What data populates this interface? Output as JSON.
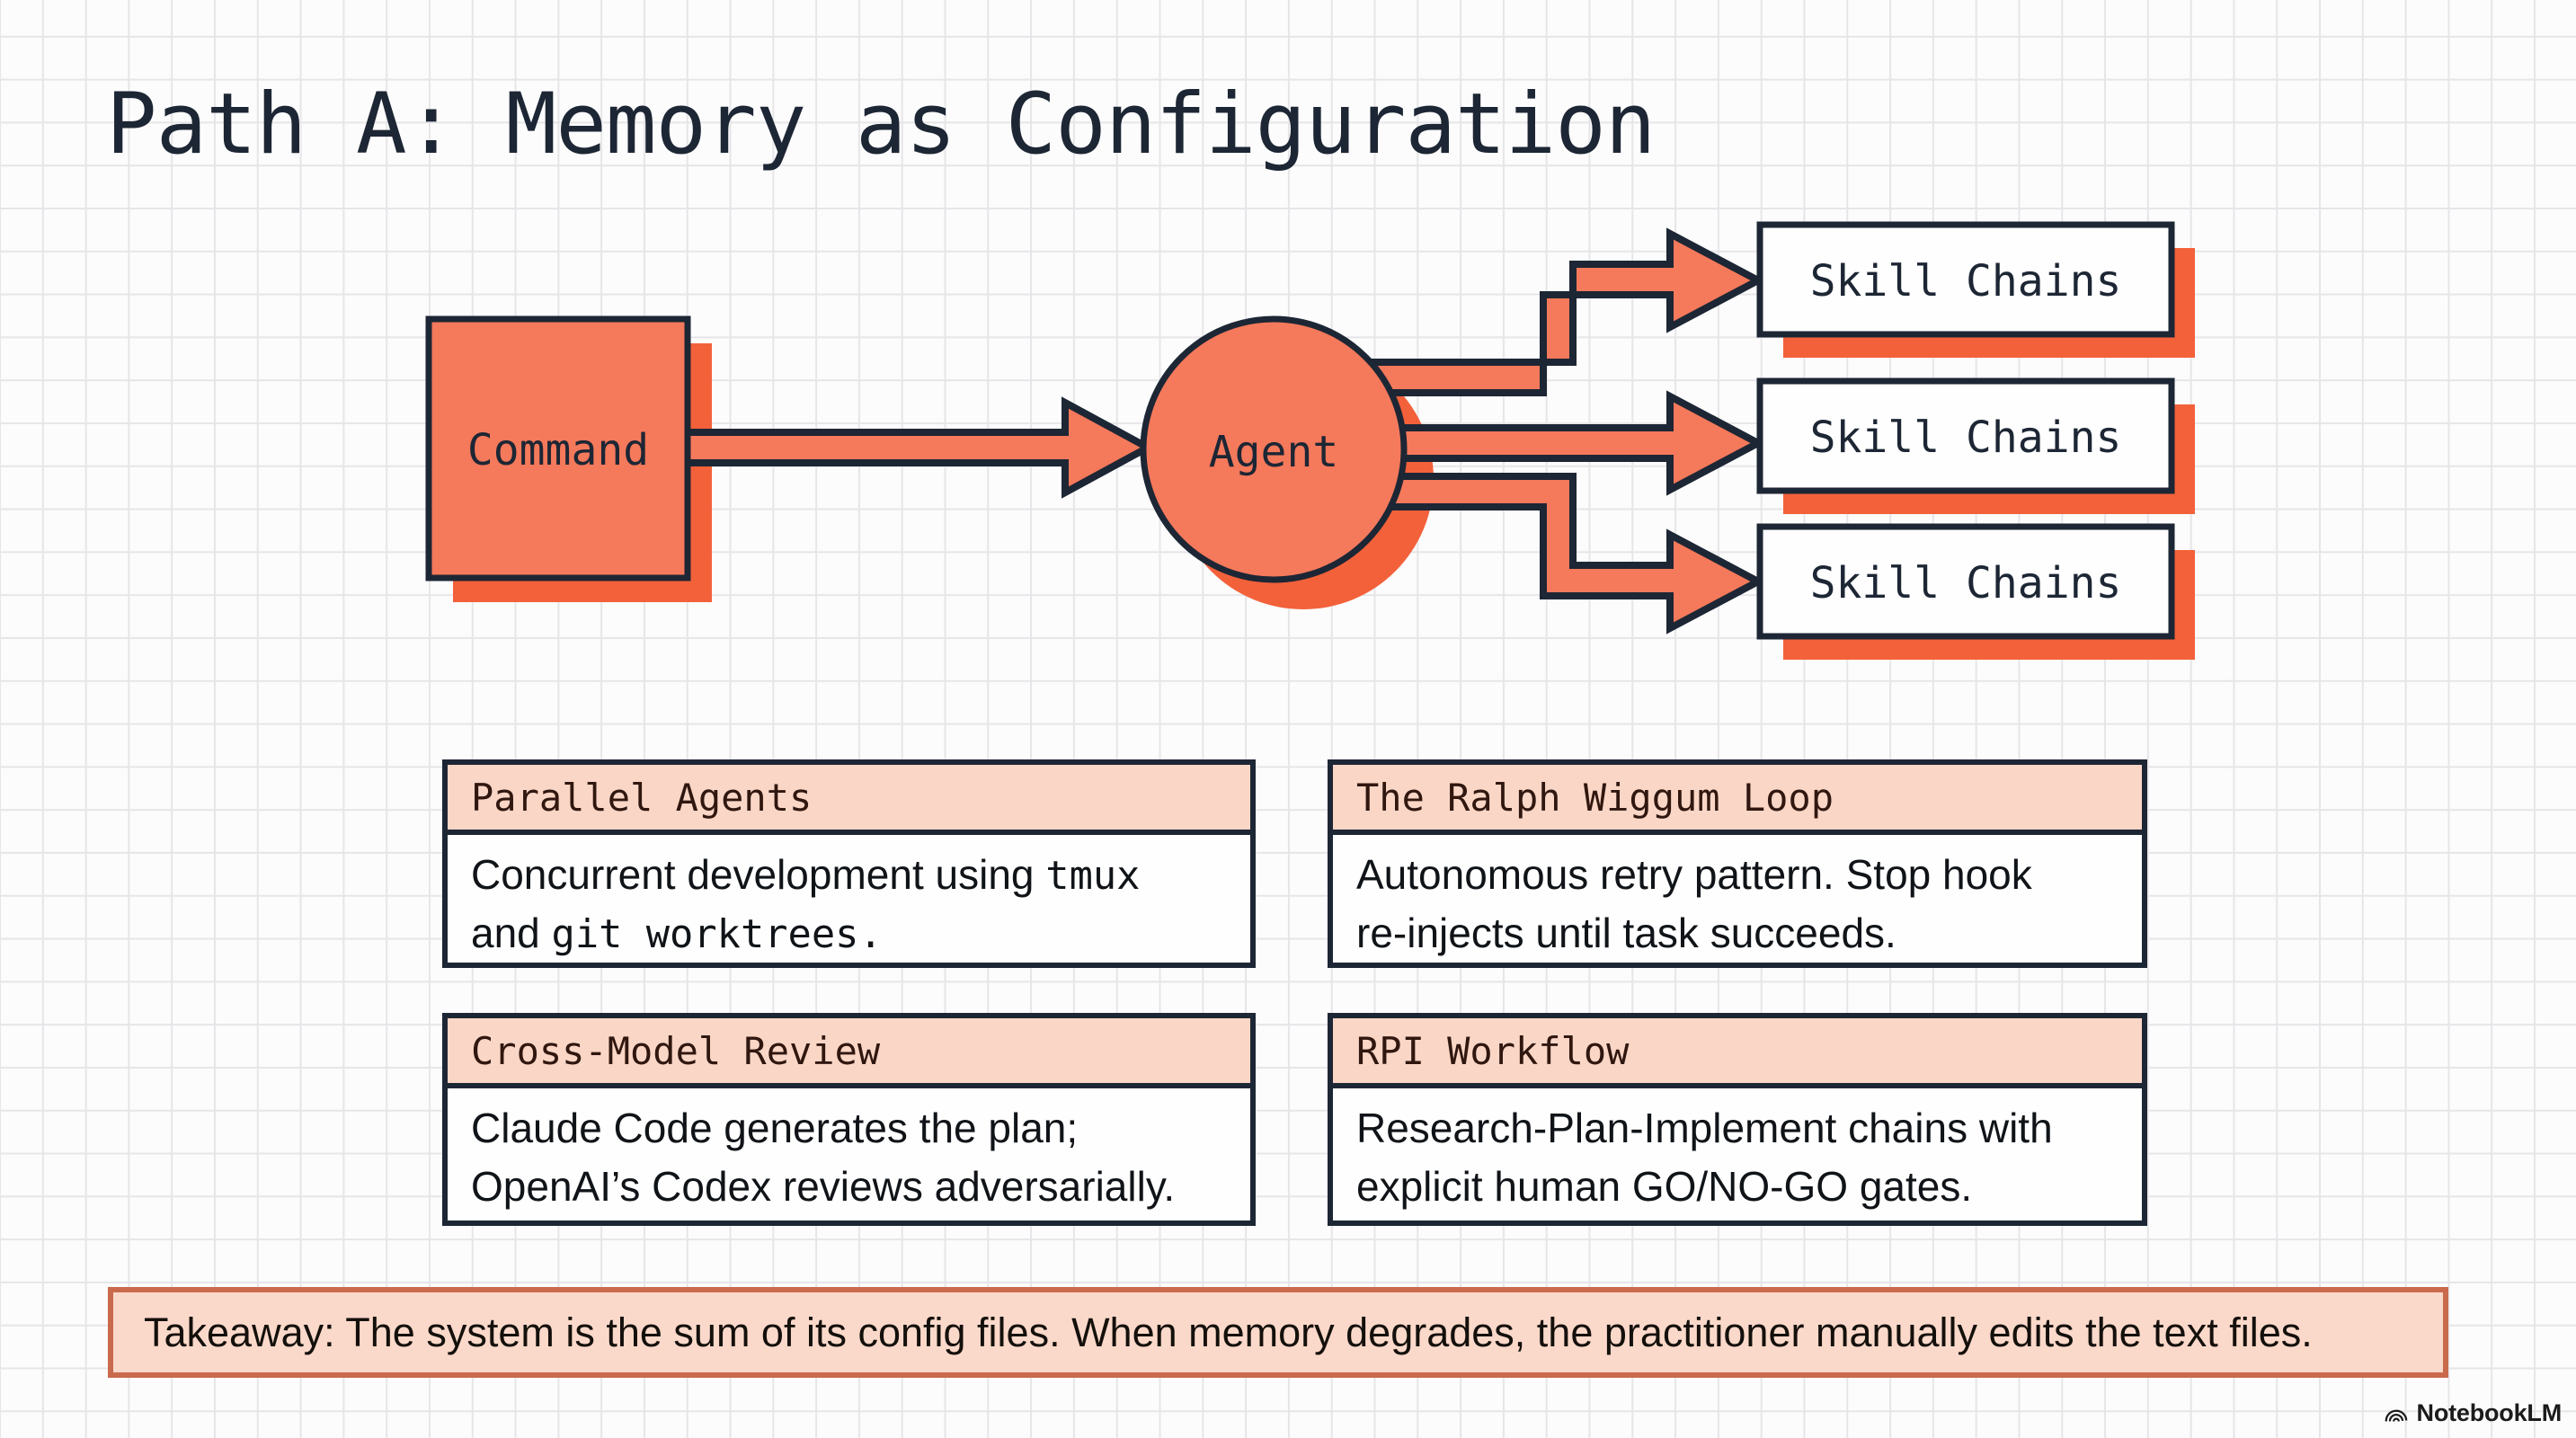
{
  "title": "Path A: Memory as Configuration",
  "colors": {
    "accent_orange": "#F5795B",
    "shadow_orange": "#F3613A",
    "outline_navy": "#1D2634",
    "card_header_peach": "#FAD6C6",
    "banner_fill": "#FBD9CA",
    "banner_border": "#C96A4C",
    "background": "#FCFCFC",
    "grid_line": "#E6E6E9"
  },
  "flowchart": {
    "command_label": "Command",
    "agent_label": "Agent",
    "skill_chain_labels": [
      "Skill Chains",
      "Skill Chains",
      "Skill Chains"
    ]
  },
  "cards": [
    {
      "header": "Parallel Agents",
      "lines": [
        [
          {
            "t": "Concurrent development using ",
            "f": "sans"
          },
          {
            "t": "tmux",
            "f": "mono"
          }
        ],
        [
          {
            "t": "and ",
            "f": "sans"
          },
          {
            "t": "git worktrees.",
            "f": "mono"
          }
        ]
      ]
    },
    {
      "header": "The Ralph Wiggum Loop",
      "lines": [
        [
          {
            "t": "Autonomous retry pattern. Stop hook",
            "f": "sans"
          }
        ],
        [
          {
            "t": "re-injects until task succeeds.",
            "f": "sans"
          }
        ]
      ]
    },
    {
      "header": "Cross-Model Review",
      "lines": [
        [
          {
            "t": "Claude Code generates the plan;",
            "f": "sans"
          }
        ],
        [
          {
            "t": "OpenAI’s Codex reviews adversarially.",
            "f": "sans"
          }
        ]
      ]
    },
    {
      "header": "RPI Workflow",
      "lines": [
        [
          {
            "t": "Research-Plan-Implement chains with",
            "f": "sans"
          }
        ],
        [
          {
            "t": "explicit human GO/NO-GO gates.",
            "f": "sans"
          }
        ]
      ]
    }
  ],
  "takeaway": "Takeaway: The system is the sum of its config files. When memory degrades, the practitioner manually edits the text files.",
  "watermark": "NotebookLM"
}
